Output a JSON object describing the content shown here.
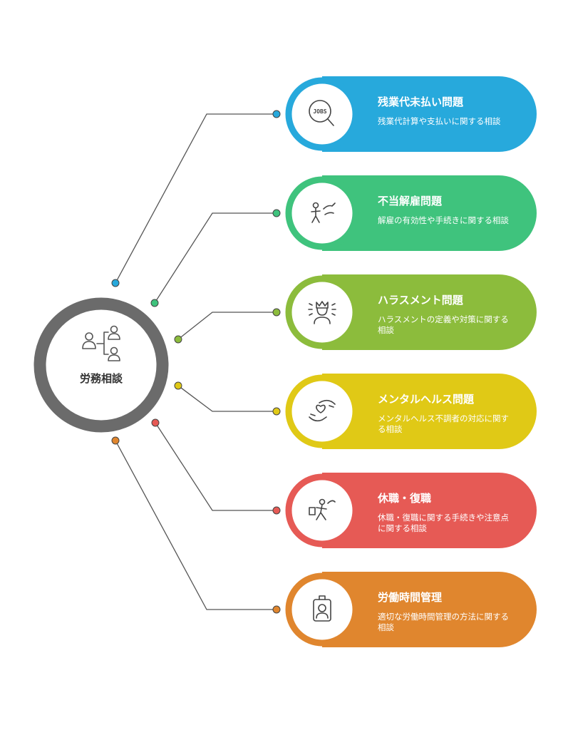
{
  "center": {
    "label": "労務相談",
    "icon": "org-chart-people-icon",
    "ring_color": "#6b6b6b"
  },
  "topics": [
    {
      "title": "残業代未払い問題",
      "description": "残業代計算や支払いに関する相談",
      "color": "#27a9dc",
      "icon": "jobs-search-icon",
      "icon_text": "JOBS"
    },
    {
      "title": "不当解雇問題",
      "description": "解雇の有効性や手続きに関する相談",
      "color": "#3fc37d",
      "icon": "dismissal-kick-icon"
    },
    {
      "title": "ハラスメント問題",
      "description": "ハラスメントの定義や対策に関する相談",
      "color": "#8cbc3c",
      "icon": "stressed-person-icon"
    },
    {
      "title": "メンタルヘルス問題",
      "description": "メンタルヘルス不調者の対応に関する相談",
      "color": "#e0c916",
      "icon": "heart-hands-icon"
    },
    {
      "title": "休職・復職",
      "description": "休職・復職に関する手続きや注意点に関する相談",
      "color": "#e65a55",
      "icon": "leave-return-icon"
    },
    {
      "title": "労働時間管理",
      "description": "適切な労働時間管理の方法に関する相談",
      "color": "#e0862e",
      "icon": "employee-badge-icon"
    }
  ]
}
